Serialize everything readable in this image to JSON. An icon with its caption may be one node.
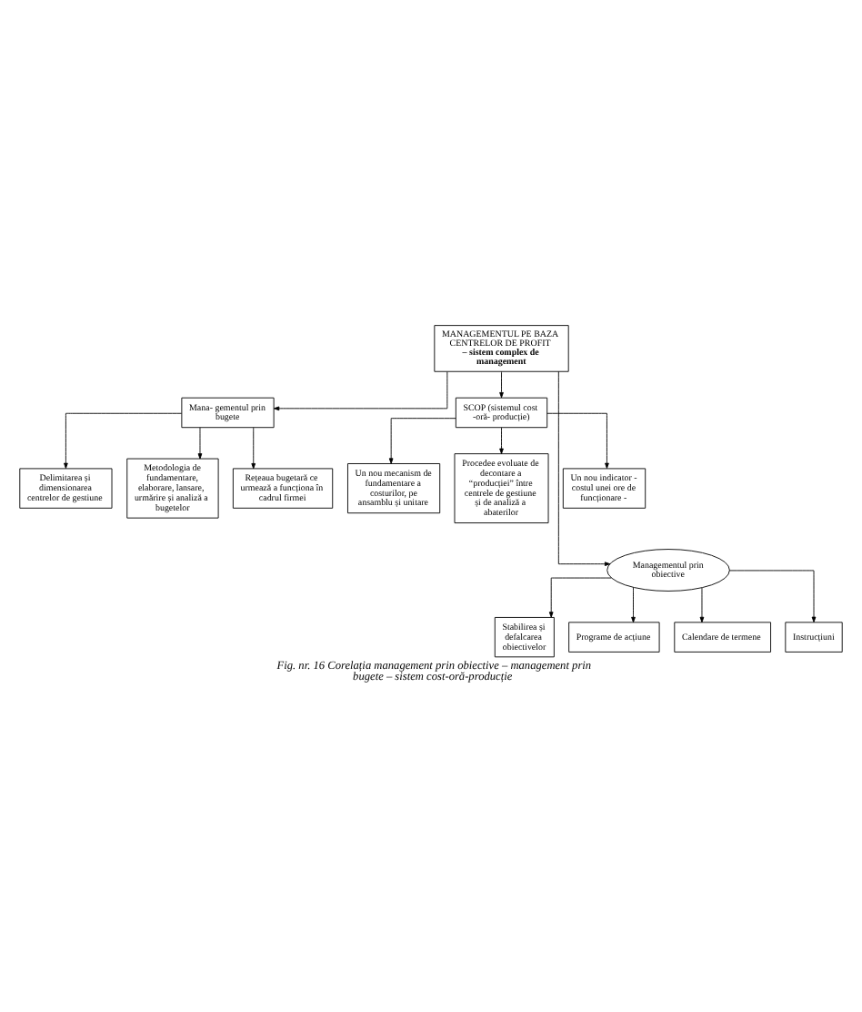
{
  "diagram": {
    "caption": "Fig. nr. 16 Corelația management prin obiective – management prin bugete – sistem cost-oră-producție",
    "nodes": [
      {
        "text": [
          "MANAGEMENTUL PE BAZA CENTRELOR DE PROFIT",
          "– sistem complex de management"
        ]
      },
      {
        "text": [
          "Delimitarea și dimensionarea centrelor de gestiune"
        ]
      },
      {
        "text": [
          "Un nou mecanism de fundamentare a costurilor, pe ansamblu și unitare"
        ]
      },
      {
        "text": [
          "Metodologia de fundamentare, elaborare, lansare, urmărire și analiză a bugetelor"
        ]
      },
      {
        "text": [
          "Mana- gementul prin bugete"
        ]
      },
      {
        "text": [
          "SCOP (sistemul cost -oră- producție)"
        ]
      },
      {
        "text": [
          "Procedee evoluate de decontare a “producției” între centrele de gestiune și de analiză a abaterilor"
        ]
      },
      {
        "text": [
          "Rețeaua bugetară ce urmează a funcționa în cadrul firmei"
        ]
      },
      {
        "text": [
          "Un nou indicator - costul unei ore de funcționare -"
        ]
      },
      {
        "text": [
          "Managementul prin obiective"
        ]
      },
      {
        "text": [
          "Stabilirea și defalcarea obiectivelor"
        ]
      },
      {
        "text": [
          "Programe de acțiune"
        ]
      },
      {
        "text": [
          "Calendare de termene"
        ]
      },
      {
        "text": [
          "Instrucțiuni"
        ]
      }
    ],
    "edges": [
      {
        "from": 0,
        "to": 4,
        "arrow": "to"
      },
      {
        "from": 0,
        "to": 9,
        "arrow": "to"
      },
      {
        "from": 0,
        "to": 5,
        "arrow": "to"
      },
      {
        "from": 4,
        "to": 1,
        "arrow": "to"
      },
      {
        "from": 4,
        "to": 3,
        "arrow": "to"
      },
      {
        "from": 4,
        "to": 7,
        "arrow": "to"
      },
      {
        "from": 5,
        "to": 2,
        "arrow": "to"
      },
      {
        "from": 5,
        "to": 6,
        "arrow": "to"
      },
      {
        "from": 5,
        "to": 8,
        "arrow": "to"
      },
      {
        "from": 9,
        "to": 10,
        "arrow": "to"
      },
      {
        "from": 9,
        "to": 11,
        "arrow": "to"
      },
      {
        "from": 9,
        "to": 12,
        "arrow": "to"
      },
      {
        "from": 9,
        "to": 13,
        "arrow": "to"
      }
    ]
  }
}
